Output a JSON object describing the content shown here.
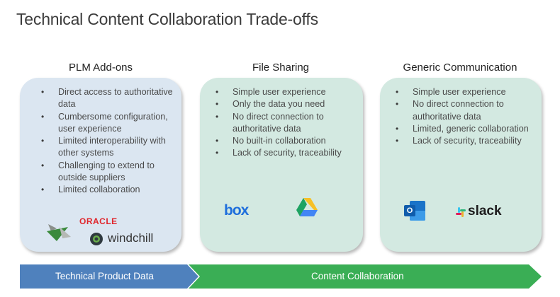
{
  "slide": {
    "title": "Technical Content Collaboration Trade-offs"
  },
  "columns": [
    {
      "title": "PLM Add-ons",
      "bullets": [
        "Direct access to authoritative data",
        "Cumbersome configuration, user experience",
        "Limited interoperability with other systems",
        "Challenging to extend to outside suppliers",
        "Limited collaboration"
      ],
      "logos": [
        "siemens-teamcenter-logo",
        "oracle-logo",
        "windchill-logo"
      ],
      "logo_text": {
        "oracle": "ORACLE",
        "windchill": "windchill"
      },
      "color": "#dbe6f1"
    },
    {
      "title": "File Sharing",
      "bullets": [
        "Simple user experience",
        "Only the data you need",
        "No direct connection to authoritative data",
        "No built-in collaboration",
        "Lack of security, traceability"
      ],
      "logos": [
        "box-logo",
        "google-drive-logo"
      ],
      "logo_text": {
        "box": "box"
      },
      "color": "#d3e9e1"
    },
    {
      "title": "Generic Communication",
      "bullets": [
        "Simple user experience",
        "No direct connection to authoritative data",
        "Limited, generic collaboration",
        "Lack of security, traceability"
      ],
      "logos": [
        "outlook-logo",
        "slack-logo"
      ],
      "logo_text": {
        "outlook": "O",
        "slack": "slack"
      },
      "color": "#d3e9e1"
    }
  ],
  "timeline": {
    "segments": [
      {
        "label": "Technical Product Data",
        "color": "#4f81bd"
      },
      {
        "label": "Content Collaboration",
        "color": "#3aae55"
      }
    ]
  }
}
